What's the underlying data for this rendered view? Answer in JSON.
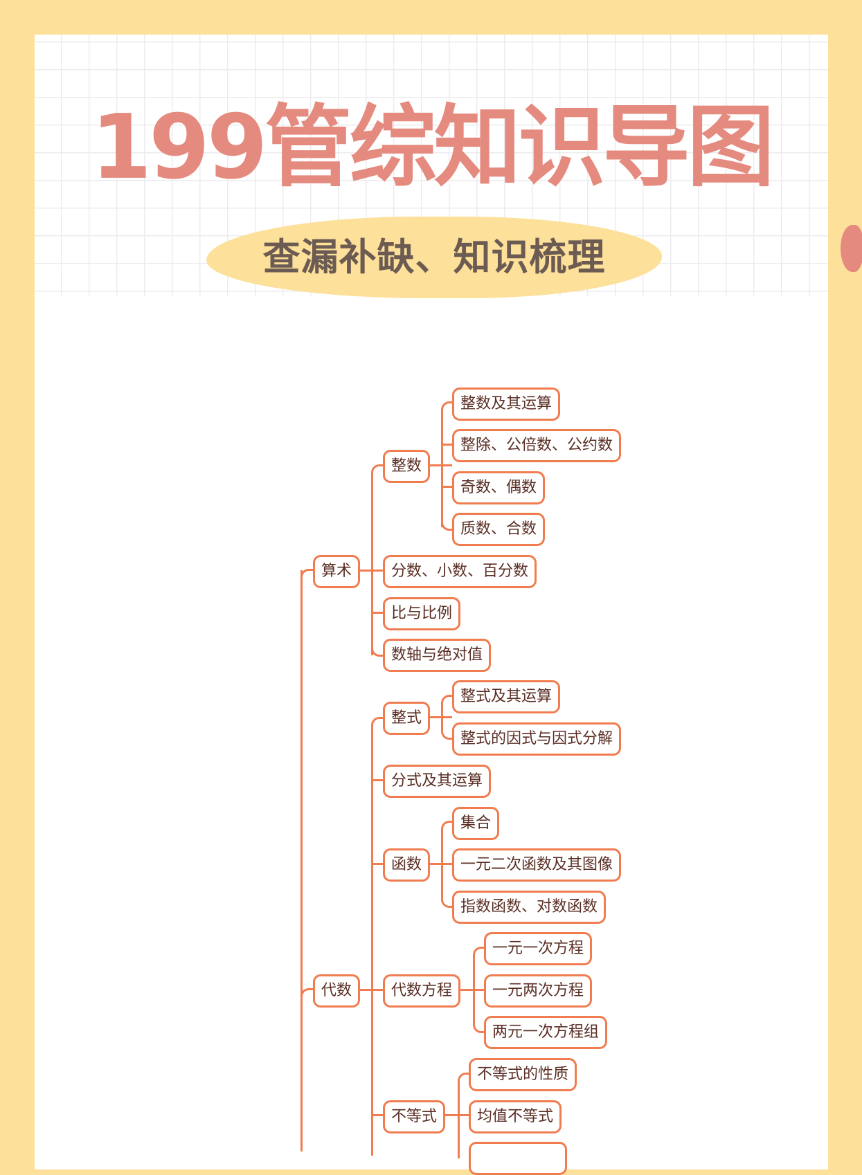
{
  "header": {
    "title": "199管综知识导图",
    "subtitle": "查漏补缺、知识梳理"
  },
  "colors": {
    "frame": "#fde09a",
    "title": "#e48a7e",
    "subtitle_text": "#6b5b52",
    "node_border": "#f07c4f",
    "node_text": "#5a2e24",
    "grid_line": "#ececef"
  },
  "mindmap": {
    "branches": [
      {
        "label": "算术",
        "children": [
          {
            "label": "整数",
            "children": [
              {
                "label": "整数及其运算"
              },
              {
                "label": "整除、公倍数、公约数"
              },
              {
                "label": "奇数、偶数"
              },
              {
                "label": "质数、合数"
              }
            ]
          },
          {
            "label": "分数、小数、百分数"
          },
          {
            "label": "比与比例"
          },
          {
            "label": "数轴与绝对值"
          }
        ]
      },
      {
        "label": "代数",
        "children": [
          {
            "label": "整式",
            "children": [
              {
                "label": "整式及其运算"
              },
              {
                "label": "整式的因式与因式分解"
              }
            ]
          },
          {
            "label": "分式及其运算"
          },
          {
            "label": "函数",
            "children": [
              {
                "label": "集合"
              },
              {
                "label": "一元二次函数及其图像"
              },
              {
                "label": "指数函数、对数函数"
              }
            ]
          },
          {
            "label": "代数方程",
            "children": [
              {
                "label": "一元一次方程"
              },
              {
                "label": "一元两次方程"
              },
              {
                "label": "两元一次方程组"
              }
            ]
          },
          {
            "label": "不等式",
            "children": [
              {
                "label": "不等式的性质"
              },
              {
                "label": "均值不等式"
              },
              {
                "label": ""
              }
            ]
          }
        ]
      }
    ]
  }
}
